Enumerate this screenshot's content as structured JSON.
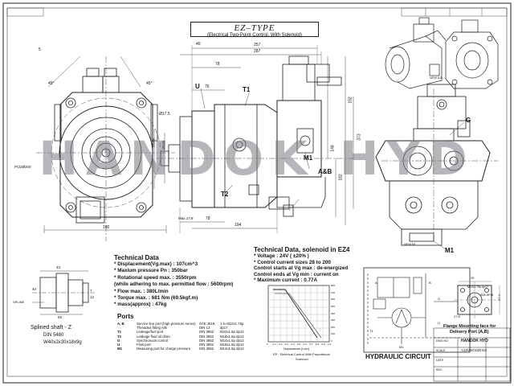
{
  "title_box": {
    "title": "EZ–TYPE",
    "subtitle": "(Electrical Two-Point Control, With Solenoid)"
  },
  "watermark": "HANDOK HYD",
  "dimensions": {
    "top": [
      "40",
      "257",
      "287",
      "78",
      "76"
    ],
    "left": [
      "5",
      "45°",
      "45°",
      "Ø17.5",
      "PCDØ200",
      "190"
    ],
    "right": [
      "192",
      "373",
      "182",
      "148"
    ],
    "bottom": [
      "Max.17.8",
      "78",
      "194"
    ],
    "flange": [
      "Ø180",
      "Ø160"
    ]
  },
  "port_labels": {
    "u": "U",
    "t1": "T1",
    "t2": "T2",
    "ab": "A&B",
    "m1_main": "M1",
    "g": "G",
    "m1_right": "M1"
  },
  "shaft": {
    "title": "Splined shaft - Z",
    "spec1": "DIN 5480",
    "spec2": "W40x2x30x18x9g",
    "dims": [
      "43",
      "40",
      "55",
      "7",
      "12",
      "SPLINE"
    ]
  },
  "tech_data": {
    "heading": "Technical Data",
    "lines": [
      "* Displacement(Vg.max) : 107cm^3",
      "* Maxium pressure Pn : 350bar",
      "* Rotational speed max. : 3550rpm",
      "  (while adhering to max. permitted flow : 5600rpm)",
      "* Flow max. : 380L/min",
      "* Torque max. : 681 Nm (69.5kgf.m)",
      "* mass(approx) : 47kg"
    ]
  },
  "ports": {
    "heading": "Ports",
    "rows": [
      [
        "A, B",
        "Service line port (high pressure series) Threaded fitting A/B",
        "SAE J518, DIN 13",
        "1 in M12x1.75p dp17"
      ],
      [
        "T1",
        "Leakage/fuel port",
        "DIN 3852",
        "M22x1.5p dp14"
      ],
      [
        "T2",
        "Leakage fluid oil drain",
        "DIN 3852",
        "M18x1.5p dp12"
      ],
      [
        "G",
        "Synchronous control",
        "DIN 3852",
        "M14x1.5p dp12"
      ],
      [
        "U",
        "Flow port",
        "DIN 3852",
        "M18x1.5p dp12"
      ],
      [
        "M1",
        "Measuring port for charge pressure",
        "DIN 3852",
        "M14x1.5p dp12"
      ]
    ]
  },
  "solenoid": {
    "heading": "Technical Data, solenoid in EZ4",
    "lines": [
      "* Voltage : 24V ( ±20% )",
      "* Control current sizes 28 to 200",
      "   Control starts at Vg max : de-energized",
      "   Control ends at Vg min : current on",
      "* Maximum current : 0.77A"
    ]
  },
  "ep_chart": {
    "xlabel": "Displacement [L/rev]",
    "caption1": "EP : Electrical Control With Proportional",
    "caption2": "Solenoid",
    "x_ticks": [
      "0",
      "0.1",
      "0.2",
      "0.3",
      "0.4",
      "0.5",
      "0.6",
      "0.7",
      "0.8",
      "0.9",
      "1.0"
    ],
    "y_ticks": [
      "0",
      "100",
      "200",
      "300",
      "400",
      "500",
      "600",
      "700",
      "800"
    ]
  },
  "hydraulic": {
    "title": "HYDRAULIC CIRCUIT",
    "labels": [
      "A",
      "B",
      "T1",
      "M1",
      "G",
      "U"
    ]
  },
  "flange": {
    "caption1": "Flange Mounting face for",
    "caption2": "Delivery Port (A,B)",
    "dims": [
      "25",
      "M12x1.75p dp17",
      "57.2",
      "27.8",
      "Ø25 DP15"
    ]
  },
  "views": {
    "view_ab": "VIEW A-B",
    "view_m": "VIEW M1"
  },
  "title_block": {
    "company": "HANDOK HYD",
    "drawing": "A10VSO100 EZ",
    "rows": [
      "DWG NO.",
      "SCALE",
      "DATE",
      "REV"
    ]
  },
  "colors": {
    "line": "#222222",
    "watermark": "#787882",
    "paper": "#ffffff"
  }
}
